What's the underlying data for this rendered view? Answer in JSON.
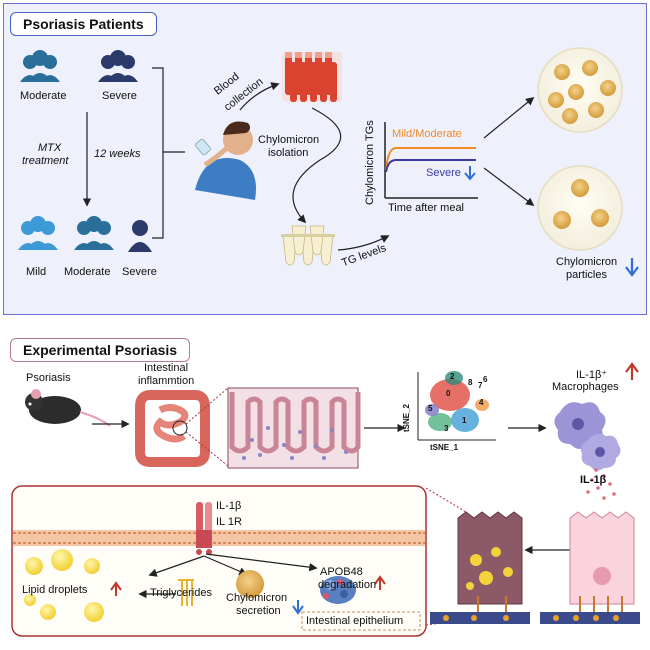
{
  "patients": {
    "title": "Psoriasis Patients",
    "group_moderate": "Moderate",
    "group_severe": "Severe",
    "treatment_line1": "MTX",
    "treatment_line2": "treatment",
    "duration": "12 weeks",
    "after_mild": "Mild",
    "after_moderate": "Moderate",
    "after_severe": "Severe",
    "blood_line1": "Blood",
    "blood_line2": "collection",
    "isolation_line1": "Chylomicron",
    "isolation_line2": "isolation",
    "tg_levels": "TG levels",
    "graph_ylabel": "Chylomicron TGs",
    "graph_xlabel": "Time after meal",
    "graph_mild": "Mild/Moderate",
    "graph_severe": "Severe",
    "particles_line1": "Chylomicron",
    "particles_line2": "particles"
  },
  "experimental": {
    "title": "Experimental Psoriasis",
    "psoriasis": "Psoriasis",
    "inflam_line1": "Intestinal",
    "inflam_line2": "inflammtion",
    "tsne_x": "tSNE_1",
    "tsne_y": "tSNE_2",
    "clusters": [
      "0",
      "1",
      "2",
      "3",
      "4",
      "5",
      "6",
      "7",
      "8"
    ],
    "macro_line1": "IL-1β⁺",
    "macro_line2": "Macrophages",
    "il1b_secreted": "IL-1β",
    "il1b": "IL-1β",
    "il1r": "IL 1R",
    "lipid_droplets": "Lipid droplets",
    "triglycerides": "Triglycerides",
    "chylo_line1": "Chylomicron",
    "chylo_line2": "secretion",
    "apob_line1": "APOB48",
    "apob_line2": "degradation",
    "epithelium": "Intestinal epithelium"
  },
  "colors": {
    "top_border": "#6b6fd0",
    "bottom_border": "#c9a7b8",
    "person_dark": "#2a3a6a",
    "person_mid": "#2a6f9a",
    "person_light": "#3c9ad6",
    "up_arrow": "#c0392b",
    "down_arrow": "#2f6fd6",
    "mild_line": "#f08a24",
    "severe_line": "#3a3aa0"
  }
}
